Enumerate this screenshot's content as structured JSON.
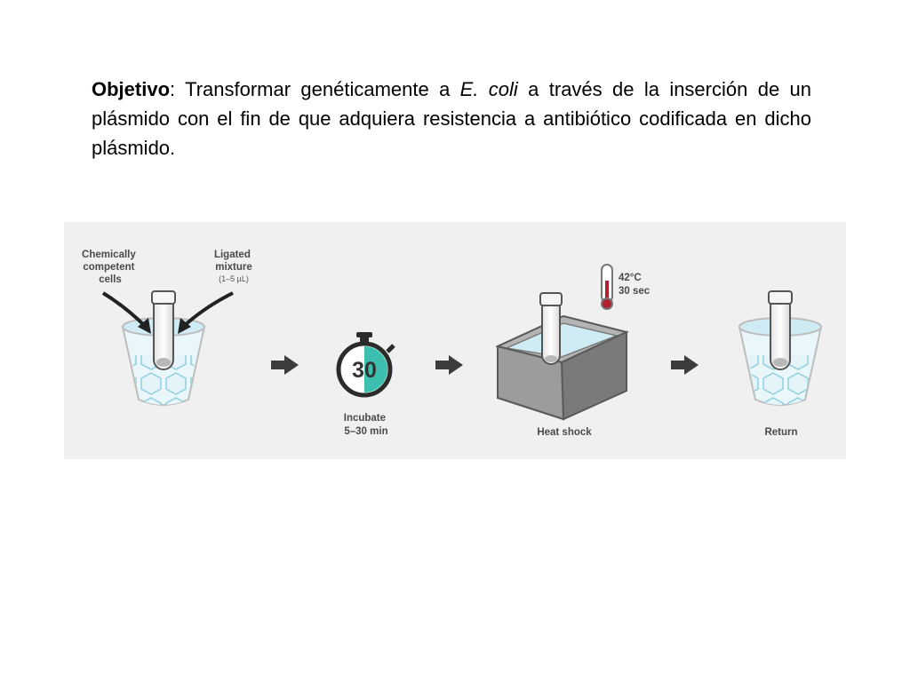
{
  "objective": {
    "label": "Objetivo",
    "text_before": ": Transformar genéticamente a ",
    "organism": "E. coli",
    "text_after": " a través de la inserción de un plásmido con el fin de que adquiera resistencia a antibiótico codificada en dicho plásmido."
  },
  "steps": {
    "cells_label": [
      "Chemically",
      "competent",
      "cells"
    ],
    "mixture_label": [
      "Ligated",
      "mixture"
    ],
    "mixture_volume": "(1–5 µL)",
    "timer_value": "30",
    "incubate_label": [
      "Incubate",
      "5–30 min"
    ],
    "heat_temp": "42°C",
    "heat_time": "30 sec",
    "heat_label": "Heat shock",
    "return_label": "Return"
  },
  "colors": {
    "ice_blue": "#d2edf5",
    "ice_stroke": "#93cfe0",
    "timer_accent": "#3cbfae",
    "bath_gray": "#8e8e8e",
    "thermo_red": "#b0202e",
    "arrow": "#3c3c3c"
  }
}
